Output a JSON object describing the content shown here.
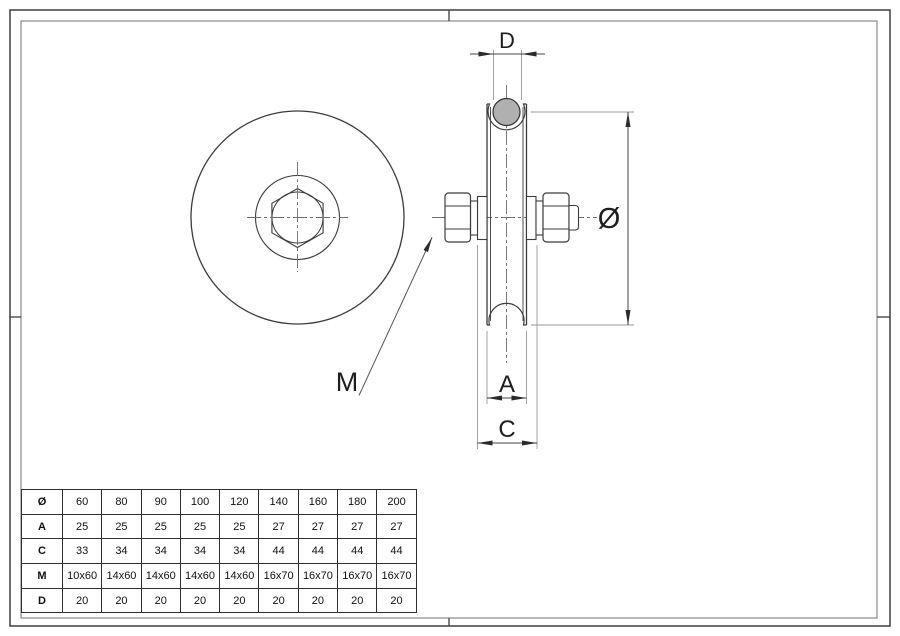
{
  "drawing": {
    "title_hint": "grooved wheel technical drawing",
    "labels": {
      "d": "D",
      "a": "A",
      "c": "C",
      "m": "M",
      "diameter": "Ø"
    },
    "colors": {
      "outline": "#3c3c3c",
      "extension_line": "#9a9a9a",
      "centerline": "#6d6d6d",
      "rod_fill": "#b0b0b0",
      "frame_outer": "#4a4a4a",
      "frame_inner": "#8a8a8a"
    }
  },
  "table": {
    "rows": [
      {
        "label": "Ø",
        "values": [
          "60",
          "80",
          "90",
          "100",
          "120",
          "140",
          "160",
          "180",
          "200"
        ]
      },
      {
        "label": "A",
        "values": [
          "25",
          "25",
          "25",
          "25",
          "25",
          "27",
          "27",
          "27",
          "27"
        ]
      },
      {
        "label": "C",
        "values": [
          "33",
          "34",
          "34",
          "34",
          "34",
          "44",
          "44",
          "44",
          "44"
        ]
      },
      {
        "label": "M",
        "values": [
          "10x60",
          "14x60",
          "14x60",
          "14x60",
          "14x60",
          "16x70",
          "16x70",
          "16x70",
          "16x70"
        ]
      },
      {
        "label": "D",
        "values": [
          "20",
          "20",
          "20",
          "20",
          "20",
          "20",
          "20",
          "20",
          "20"
        ]
      }
    ]
  }
}
